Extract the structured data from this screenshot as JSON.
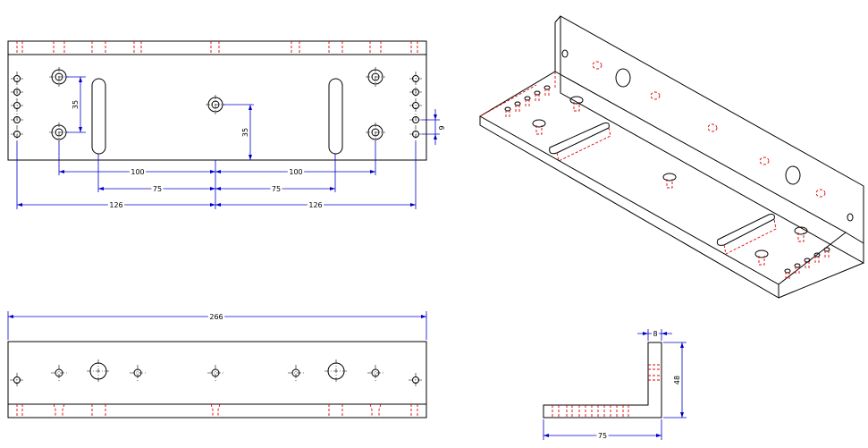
{
  "colors": {
    "outline": "#000000",
    "hidden": "#e00000",
    "dimension": "#0000cc",
    "background": "#ffffff"
  },
  "dimensions": {
    "front_vertical_35_left": "35",
    "front_vertical_35_center": "35",
    "front_small_9": "9",
    "front_100_left": "100",
    "front_100_right": "100",
    "front_75_left": "75",
    "front_75_right": "75",
    "front_126_left": "126",
    "front_126_right": "126",
    "bottom_overall_266": "266",
    "side_thickness_8": "8",
    "side_height_48": "48",
    "side_width_75": "75"
  }
}
